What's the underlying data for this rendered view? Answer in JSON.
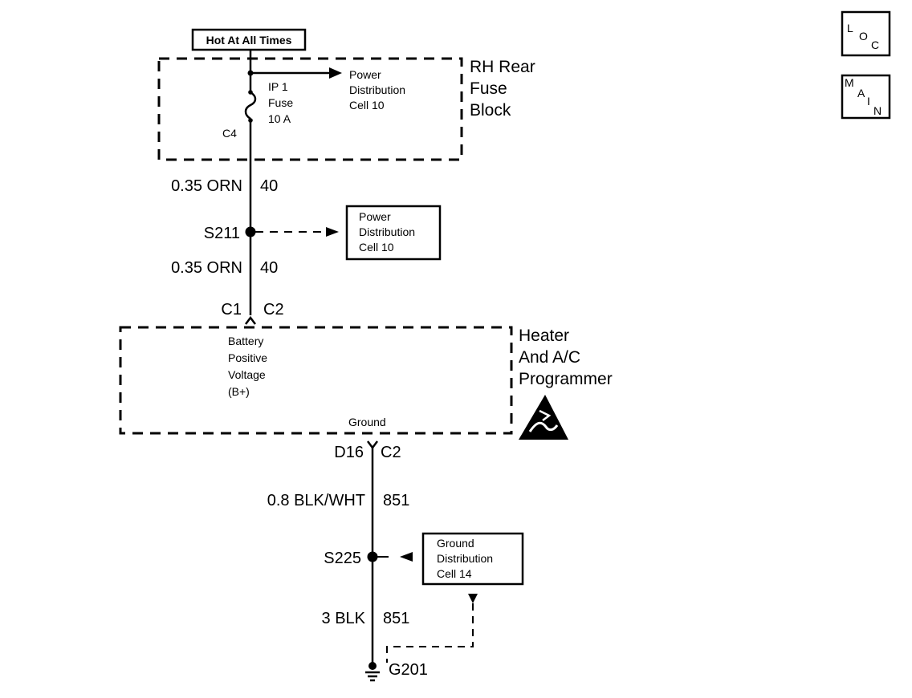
{
  "nav": {
    "loc": {
      "l1": "L",
      "l2": "O",
      "l3": "C"
    },
    "main": {
      "l1": "M",
      "l2": "A",
      "l3": "I",
      "l4": "N"
    }
  },
  "hot_label": "Hot At All Times",
  "fuse_block": {
    "name_lines": [
      "RH Rear",
      "Fuse",
      "Block"
    ],
    "fuse_lines": [
      "IP 1",
      "Fuse",
      "10 A"
    ],
    "connector": "C4",
    "ref_lines": [
      "Power",
      "Distribution",
      "Cell 10"
    ]
  },
  "wire_upper_1": {
    "size_color": "0.35 ORN",
    "circuit": "40"
  },
  "splice_s211": {
    "name": "S211",
    "ref_lines": [
      "Power",
      "Distribution",
      "Cell 10"
    ]
  },
  "wire_upper_2": {
    "size_color": "0.35 ORN",
    "circuit": "40"
  },
  "connector_top": {
    "left": "C1",
    "right": "C2"
  },
  "module": {
    "name_lines": [
      "Heater",
      "And A/C",
      "Programmer"
    ],
    "bplus_lines": [
      "Battery",
      "Positive",
      "Voltage",
      "(B+)"
    ],
    "ground_label": "Ground",
    "esd_icon": "esd-warning-icon"
  },
  "connector_bottom": {
    "left": "D16",
    "right": "C2"
  },
  "wire_lower_1": {
    "size_color": "0.8 BLK/WHT",
    "circuit": "851"
  },
  "splice_s225": {
    "name": "S225",
    "ref_lines": [
      "Ground",
      "Distribution",
      "Cell 14"
    ]
  },
  "wire_lower_2": {
    "size_color": "3 BLK",
    "circuit": "851"
  },
  "ground": {
    "name": "G201",
    "icon": "ground-symbol-icon"
  }
}
